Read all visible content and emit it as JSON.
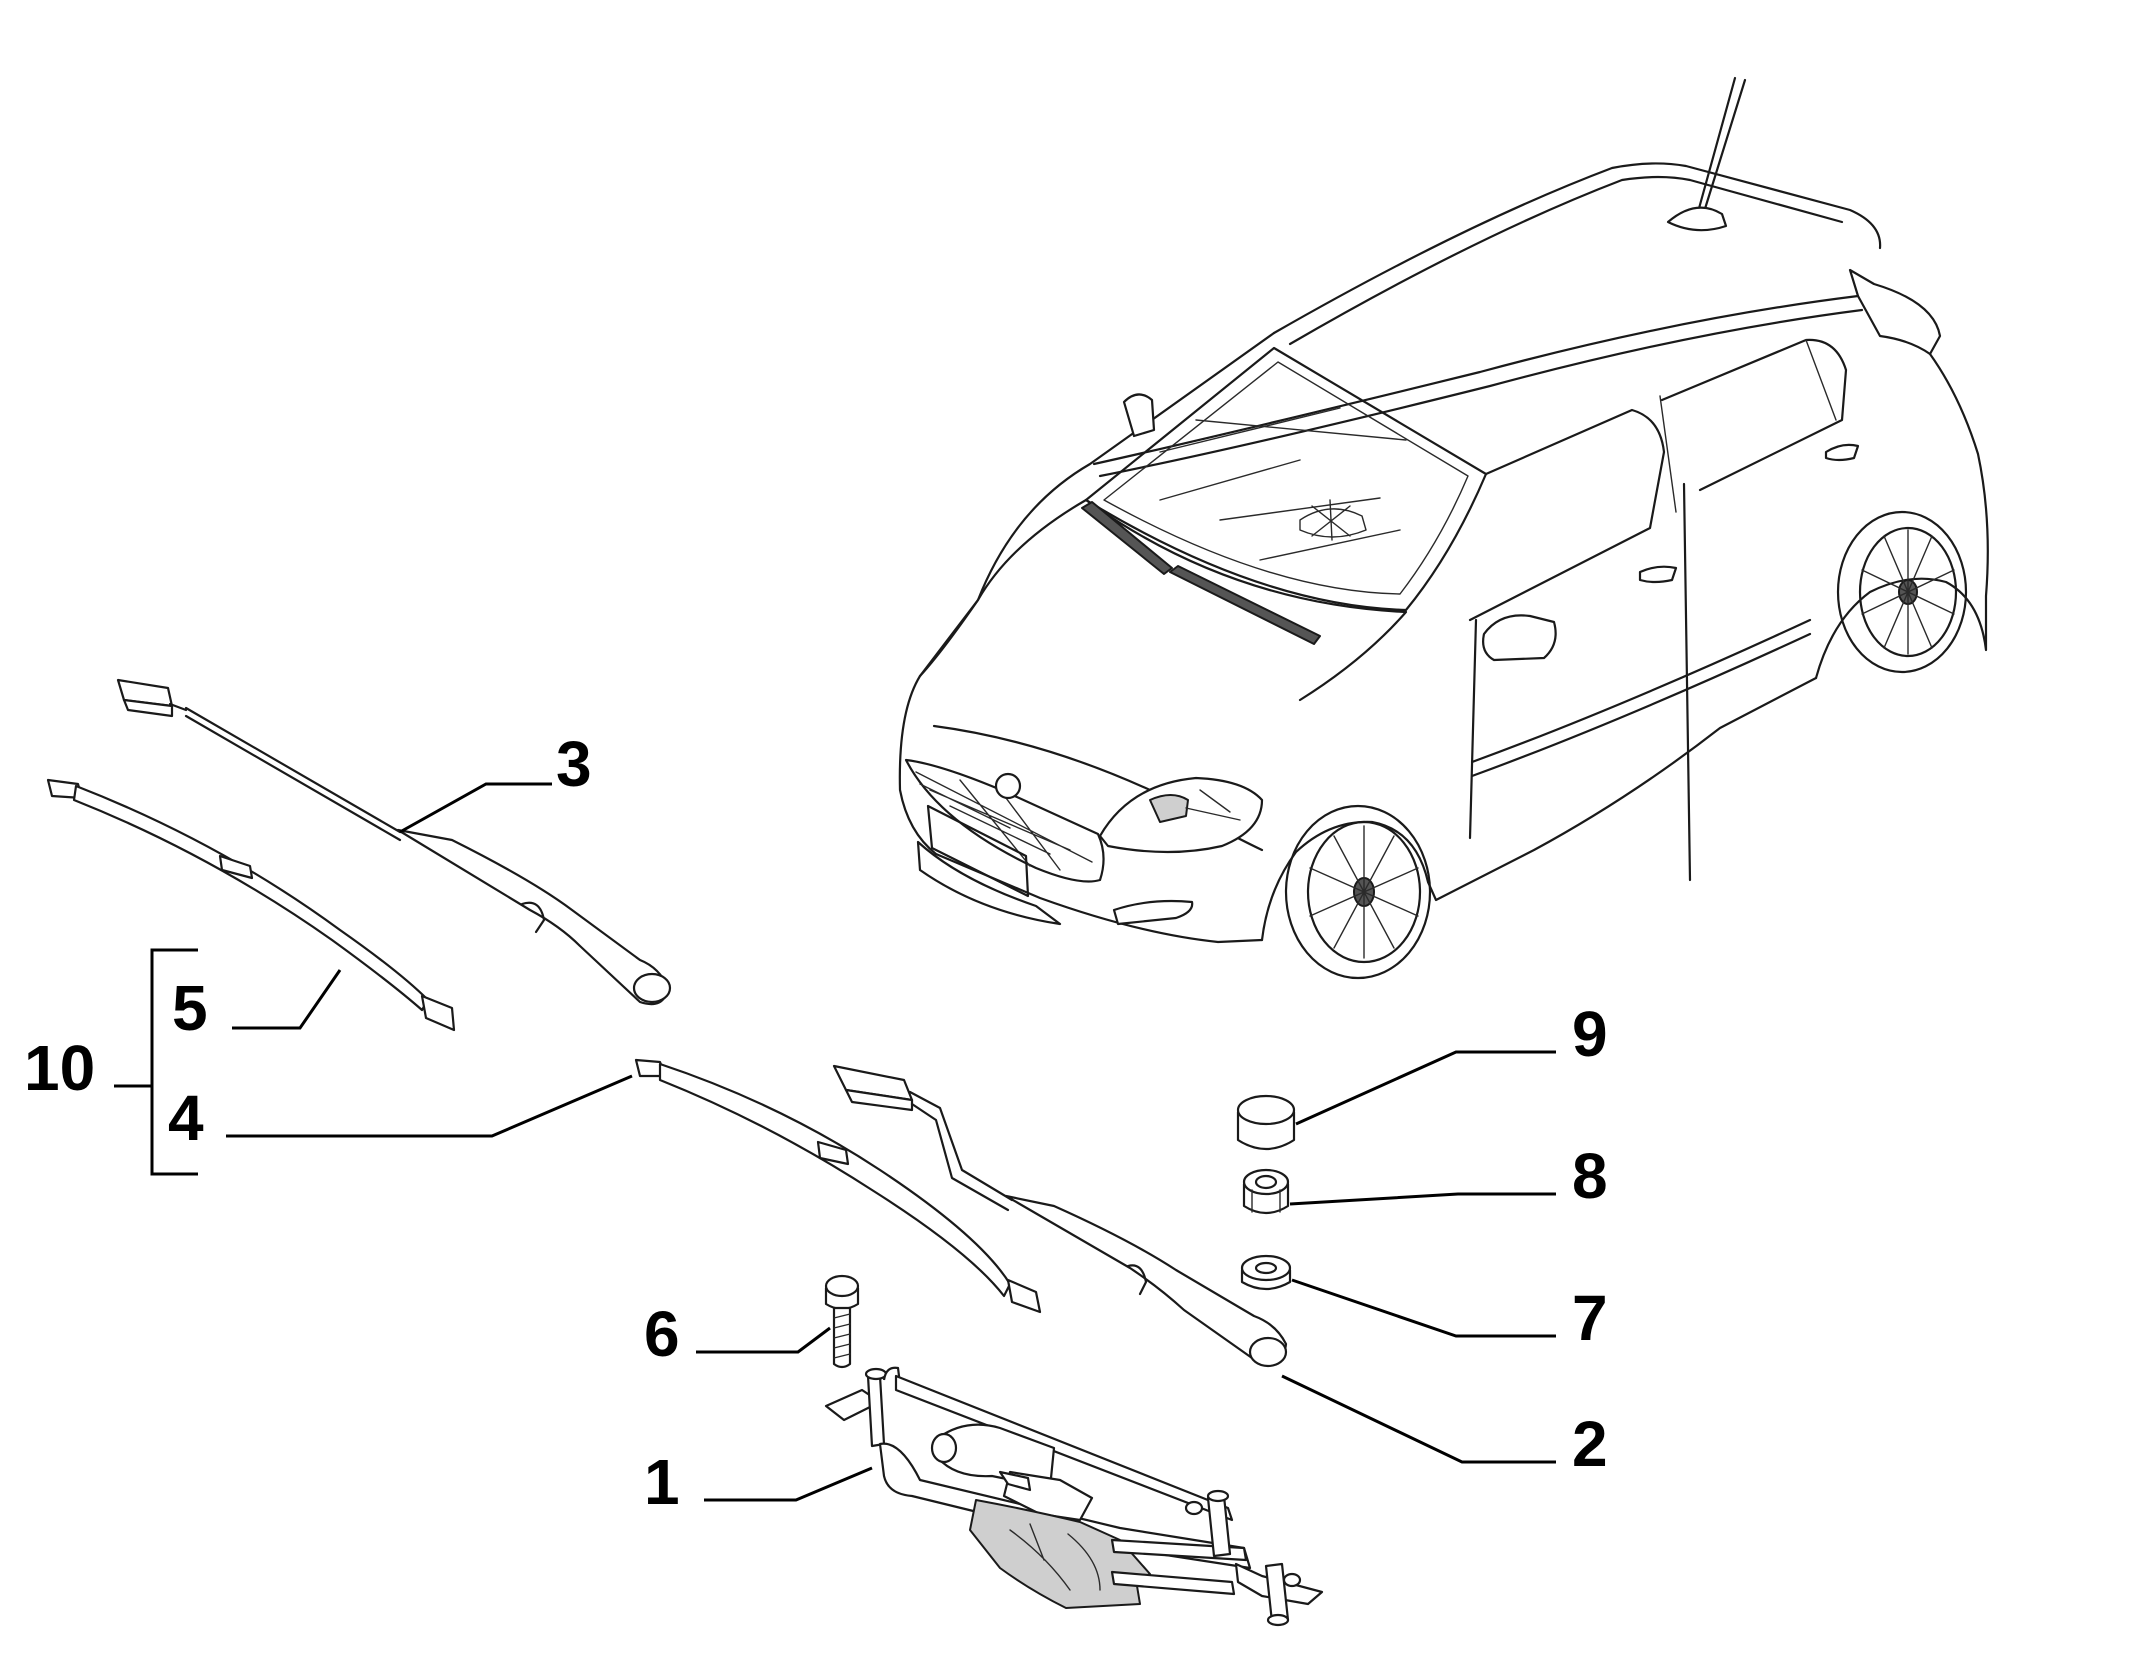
{
  "diagram": {
    "callouts": [
      {
        "id": "1",
        "label": "1"
      },
      {
        "id": "2",
        "label": "2"
      },
      {
        "id": "3",
        "label": "3"
      },
      {
        "id": "4",
        "label": "4"
      },
      {
        "id": "5",
        "label": "5"
      },
      {
        "id": "6",
        "label": "6"
      },
      {
        "id": "7",
        "label": "7"
      },
      {
        "id": "8",
        "label": "8"
      },
      {
        "id": "9",
        "label": "9"
      },
      {
        "id": "10",
        "label": "10"
      }
    ],
    "parts": {
      "car": "hatchback-car-illustration",
      "wiper_mechanism": "wiper-linkage-with-motor",
      "driver_wiper_arm": "wiper-arm",
      "passenger_wiper_arm": "wiper-arm",
      "wiper_blade_short": "wiper-blade",
      "wiper_blade_long": "wiper-blade",
      "screw": "bolt",
      "washer": "washer",
      "nut": "hex-nut",
      "cap": "cover-cap"
    }
  }
}
